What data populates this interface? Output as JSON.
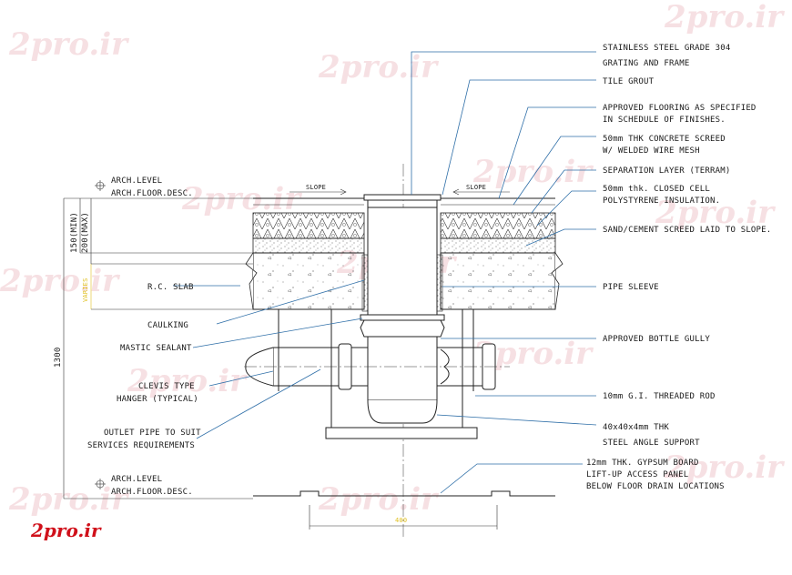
{
  "watermark": "2pro.ir",
  "logo": "2pro.ir",
  "labels": {
    "stainless_1": "STAINLESS STEEL GRADE 304",
    "stainless_2": "GRATING AND FRAME",
    "tile_grout": "TILE GROUT",
    "flooring_1": "APPROVED FLOORING AS SPECIFIED",
    "flooring_2": "IN SCHEDULE OF FINISHES.",
    "screed_1": "50mm THK CONCRETE SCREED",
    "screed_2": "W/ WELDED WIRE MESH",
    "separation": "SEPARATION LAYER (TERRAM)",
    "insulation_1": "50mm thk.  CLOSED CELL",
    "insulation_2": "POLYSTYRENE INSULATION.",
    "sand_cement": "SAND/CEMENT SCREED LAID TO SLOPE.",
    "pipe_sleeve": "PIPE SLEEVE",
    "bottle_gully": "APPROVED BOTTLE GULLY",
    "threaded_rod": "10mm G.I. THREADED ROD",
    "angle_1": "40x40x4mm THK",
    "angle_2": "STEEL ANGLE SUPPORT",
    "gypsum_1": "12mm THK. GYPSUM BOARD",
    "gypsum_2": "LIFT-UP ACCESS PANEL",
    "gypsum_3": "BELOW FLOOR DRAIN LOCATIONS",
    "rc_slab": "R.C. SLAB",
    "caulking": "CAULKING",
    "mastic": "MASTIC SEALANT",
    "clevis_1": "CLEVIS TYPE",
    "clevis_2": "HANGER (TYPICAL)",
    "outlet_1": "OUTLET PIPE TO SUIT",
    "outlet_2": "SERVICES REQUIREMENTS",
    "arch_level_top": "ARCH.LEVEL",
    "arch_floor_top": "ARCH.FLOOR.DESC.",
    "arch_level_bot": "ARCH.LEVEL",
    "arch_floor_bot": "ARCH.FLOOR.DESC.",
    "slope_left": "SLOPE",
    "slope_right": "SLOPE",
    "dim_150": "150(MIN)",
    "dim_200": "200(MAX)",
    "dim_varies": "VARIES",
    "dim_1300": "1300",
    "dim_400": "400"
  },
  "colors": {
    "leader": "#2f6fa8",
    "ink": "#222222",
    "dim_yellow": "#e0c020",
    "watermark": "#e8a8b0",
    "logo": "#d0101a"
  }
}
